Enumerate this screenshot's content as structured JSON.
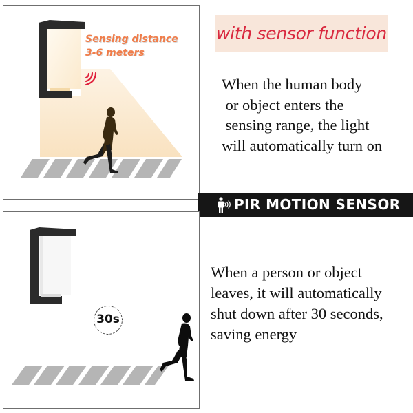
{
  "top_panel": {
    "sensing_label_line1": "Sensing distance",
    "sensing_label_line2": "3-6 meters",
    "icons": [
      "wall-lamp-on-icon",
      "sensor-wave-icon",
      "running-person-icon",
      "crosswalk-stripes"
    ],
    "colors": {
      "beam": "#fbe8cc",
      "sense_text": "#f07d4a",
      "wave": "#e0203c",
      "lamp_frame": "#2b2b2b",
      "stripes": "#b5b5b5"
    }
  },
  "feature_tag": {
    "text": "with sensor function",
    "bg_color": "#f8e6da",
    "text_color": "#d9293f"
  },
  "top_description": {
    "lines": [
      "When the human body",
      " or object enters the",
      " sensing range, the light",
      "will automatically turn on"
    ]
  },
  "banner": {
    "icon": "person-motion-icon",
    "text": "PIR  MOTION SENSOR",
    "bg_color": "#161616"
  },
  "bottom_panel": {
    "timer_label": "30s",
    "icons": [
      "wall-lamp-off-icon",
      "timer-circle",
      "running-person-icon",
      "crosswalk-stripes"
    ]
  },
  "bottom_description": {
    "lines": [
      "When a person or object",
      "leaves, it will automatically",
      "shut down after 30 seconds,",
      "saving energy"
    ]
  }
}
